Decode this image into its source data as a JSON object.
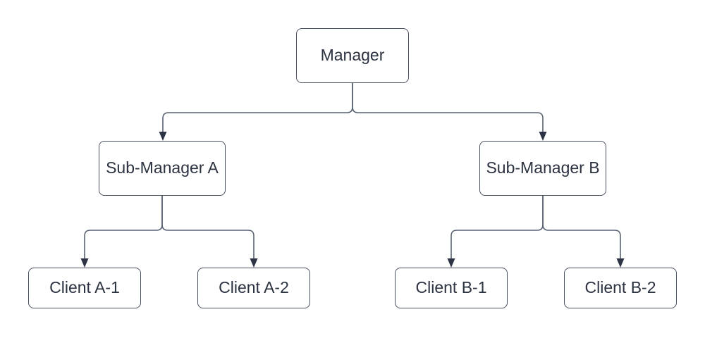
{
  "diagram": {
    "type": "org-chart",
    "nodes": [
      {
        "id": "manager",
        "label": "Manager",
        "level": 1
      },
      {
        "id": "sub-a",
        "label": "Sub-Manager A",
        "level": 2
      },
      {
        "id": "sub-b",
        "label": "Sub-Manager B",
        "level": 2
      },
      {
        "id": "client-a1",
        "label": "Client A-1",
        "level": 3
      },
      {
        "id": "client-a2",
        "label": "Client A-2",
        "level": 3
      },
      {
        "id": "client-b1",
        "label": "Client B-1",
        "level": 3
      },
      {
        "id": "client-b2",
        "label": "Client B-2",
        "level": 3
      }
    ],
    "edges": [
      {
        "from": "manager",
        "to": "sub-a",
        "arrow": "filled-triangle"
      },
      {
        "from": "manager",
        "to": "sub-b",
        "arrow": "filled-triangle"
      },
      {
        "from": "sub-a",
        "to": "client-a1",
        "arrow": "filled-triangle"
      },
      {
        "from": "sub-a",
        "to": "client-a2",
        "arrow": "filled-triangle"
      },
      {
        "from": "sub-b",
        "to": "client-b1",
        "arrow": "filled-triangle"
      },
      {
        "from": "sub-b",
        "to": "client-b2",
        "arrow": "filled-triangle"
      }
    ],
    "theme": {
      "background": "#ffffff",
      "node_fill": "#ffffff",
      "node_border": "#49505e",
      "text_color": "#2b3240",
      "connector_color": "#596273",
      "arrow_color": "#2c3345"
    }
  }
}
